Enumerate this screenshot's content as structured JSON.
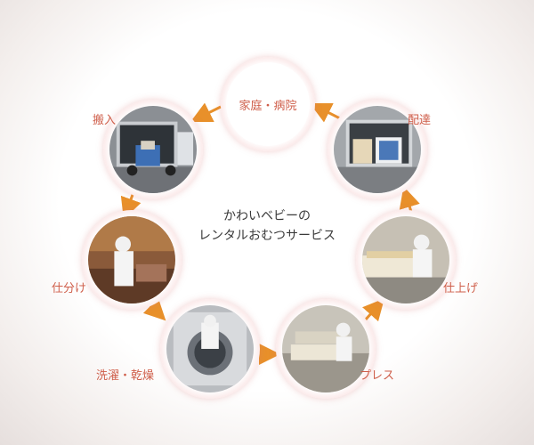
{
  "title": {
    "line1": "かわいベビーの",
    "line2": "レンタルおむつサービス"
  },
  "steps": {
    "home": "家庭・病院",
    "delivery": "配達",
    "carry_in": "搬入",
    "sorting": "仕分け",
    "washing": "洗濯・乾燥",
    "press": "プレス",
    "finishing": "仕上げ"
  },
  "colors": {
    "label": "#cf5e4a",
    "arrow": "#e8902a",
    "ring": "#f0b8b8"
  }
}
